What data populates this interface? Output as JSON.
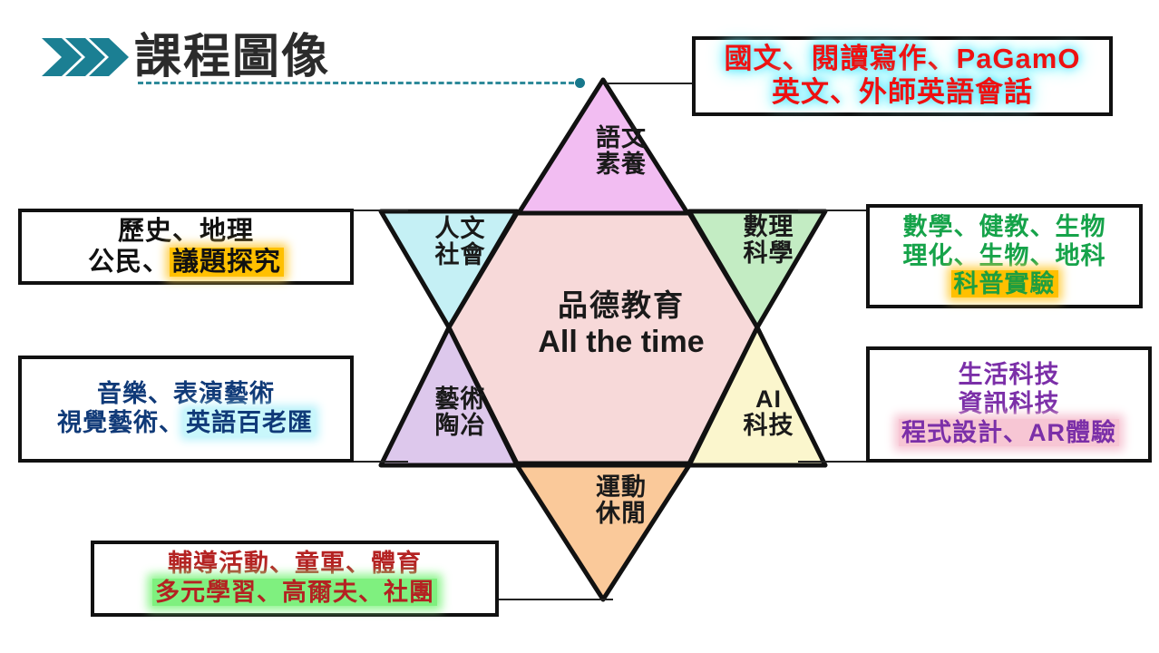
{
  "header": {
    "title": "課程圖像",
    "chevron_icon": "triple-chevron-right-icon",
    "accent_color": "#17788c"
  },
  "star": {
    "center": {
      "line1": "品德教育",
      "line2": "All the time",
      "fill": "#f7d9d9"
    },
    "segments": [
      {
        "id": "language",
        "label": "語文\n素養",
        "fill": "#f2bdf2",
        "position": "top"
      },
      {
        "id": "humanities",
        "label": "人文\n社會",
        "fill": "#c5f0f5",
        "position": "upper-left"
      },
      {
        "id": "math-science",
        "label": "數理\n科學",
        "fill": "#c3ecc3",
        "position": "upper-right"
      },
      {
        "id": "arts",
        "label": "藝術\n陶冶",
        "fill": "#ddc8ec",
        "position": "lower-left"
      },
      {
        "id": "ai-tech",
        "label": "AI\n科技",
        "fill": "#fbf6cd",
        "position": "lower-right"
      },
      {
        "id": "sports",
        "label": "運動\n休閒",
        "fill": "#fac99a",
        "position": "bottom"
      }
    ]
  },
  "callouts": {
    "language": {
      "lines": [
        [
          {
            "text": "國文、閱讀寫作、PaGamO",
            "style": "red-glow-cyan"
          }
        ],
        [
          {
            "text": "英文、外師英語會話",
            "style": "red-glow-cyan"
          }
        ]
      ]
    },
    "humanities": {
      "lines": [
        [
          {
            "text": "歷史、地理",
            "style": "black"
          }
        ],
        [
          {
            "text": "公民、",
            "style": "black"
          },
          {
            "text": "議題探究",
            "style": "black-hl-orange"
          }
        ]
      ]
    },
    "math_science": {
      "lines": [
        [
          {
            "text": "數學、健教、生物",
            "style": "green"
          }
        ],
        [
          {
            "text": "理化、生物、地科",
            "style": "green"
          }
        ],
        [
          {
            "text": "科普實驗",
            "style": "green-hl-orange"
          }
        ]
      ]
    },
    "arts": {
      "lines": [
        [
          {
            "text": "音樂、表演藝術",
            "style": "navy"
          }
        ],
        [
          {
            "text": "視覺藝術、",
            "style": "navy"
          },
          {
            "text": "英語百老匯",
            "style": "navy-hl-cyan"
          }
        ]
      ]
    },
    "ai_tech": {
      "lines": [
        [
          {
            "text": "生活科技",
            "style": "purple"
          }
        ],
        [
          {
            "text": "資訊科技",
            "style": "purple"
          }
        ],
        [
          {
            "text": "程式設計、AR體驗",
            "style": "purple-hl-pink"
          }
        ]
      ]
    },
    "sports": {
      "lines": [
        [
          {
            "text": "輔導活動、童軍、體育",
            "style": "dark-red"
          }
        ],
        [
          {
            "text": "多元學習、高爾夫、社團",
            "style": "dark-red-hl-green"
          }
        ]
      ]
    }
  }
}
